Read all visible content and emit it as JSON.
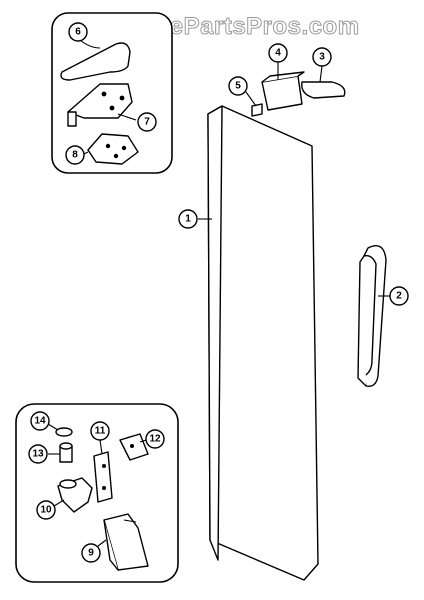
{
  "watermark": "AppliancePartsPros.com",
  "callouts": [
    {
      "label": "1"
    },
    {
      "label": "2"
    },
    {
      "label": "3"
    },
    {
      "label": "4"
    },
    {
      "label": "5"
    },
    {
      "label": "6"
    },
    {
      "label": "7"
    },
    {
      "label": "8"
    },
    {
      "label": "9"
    },
    {
      "label": "10"
    },
    {
      "label": "11"
    },
    {
      "label": "12"
    },
    {
      "label": "13"
    },
    {
      "label": "14"
    }
  ]
}
